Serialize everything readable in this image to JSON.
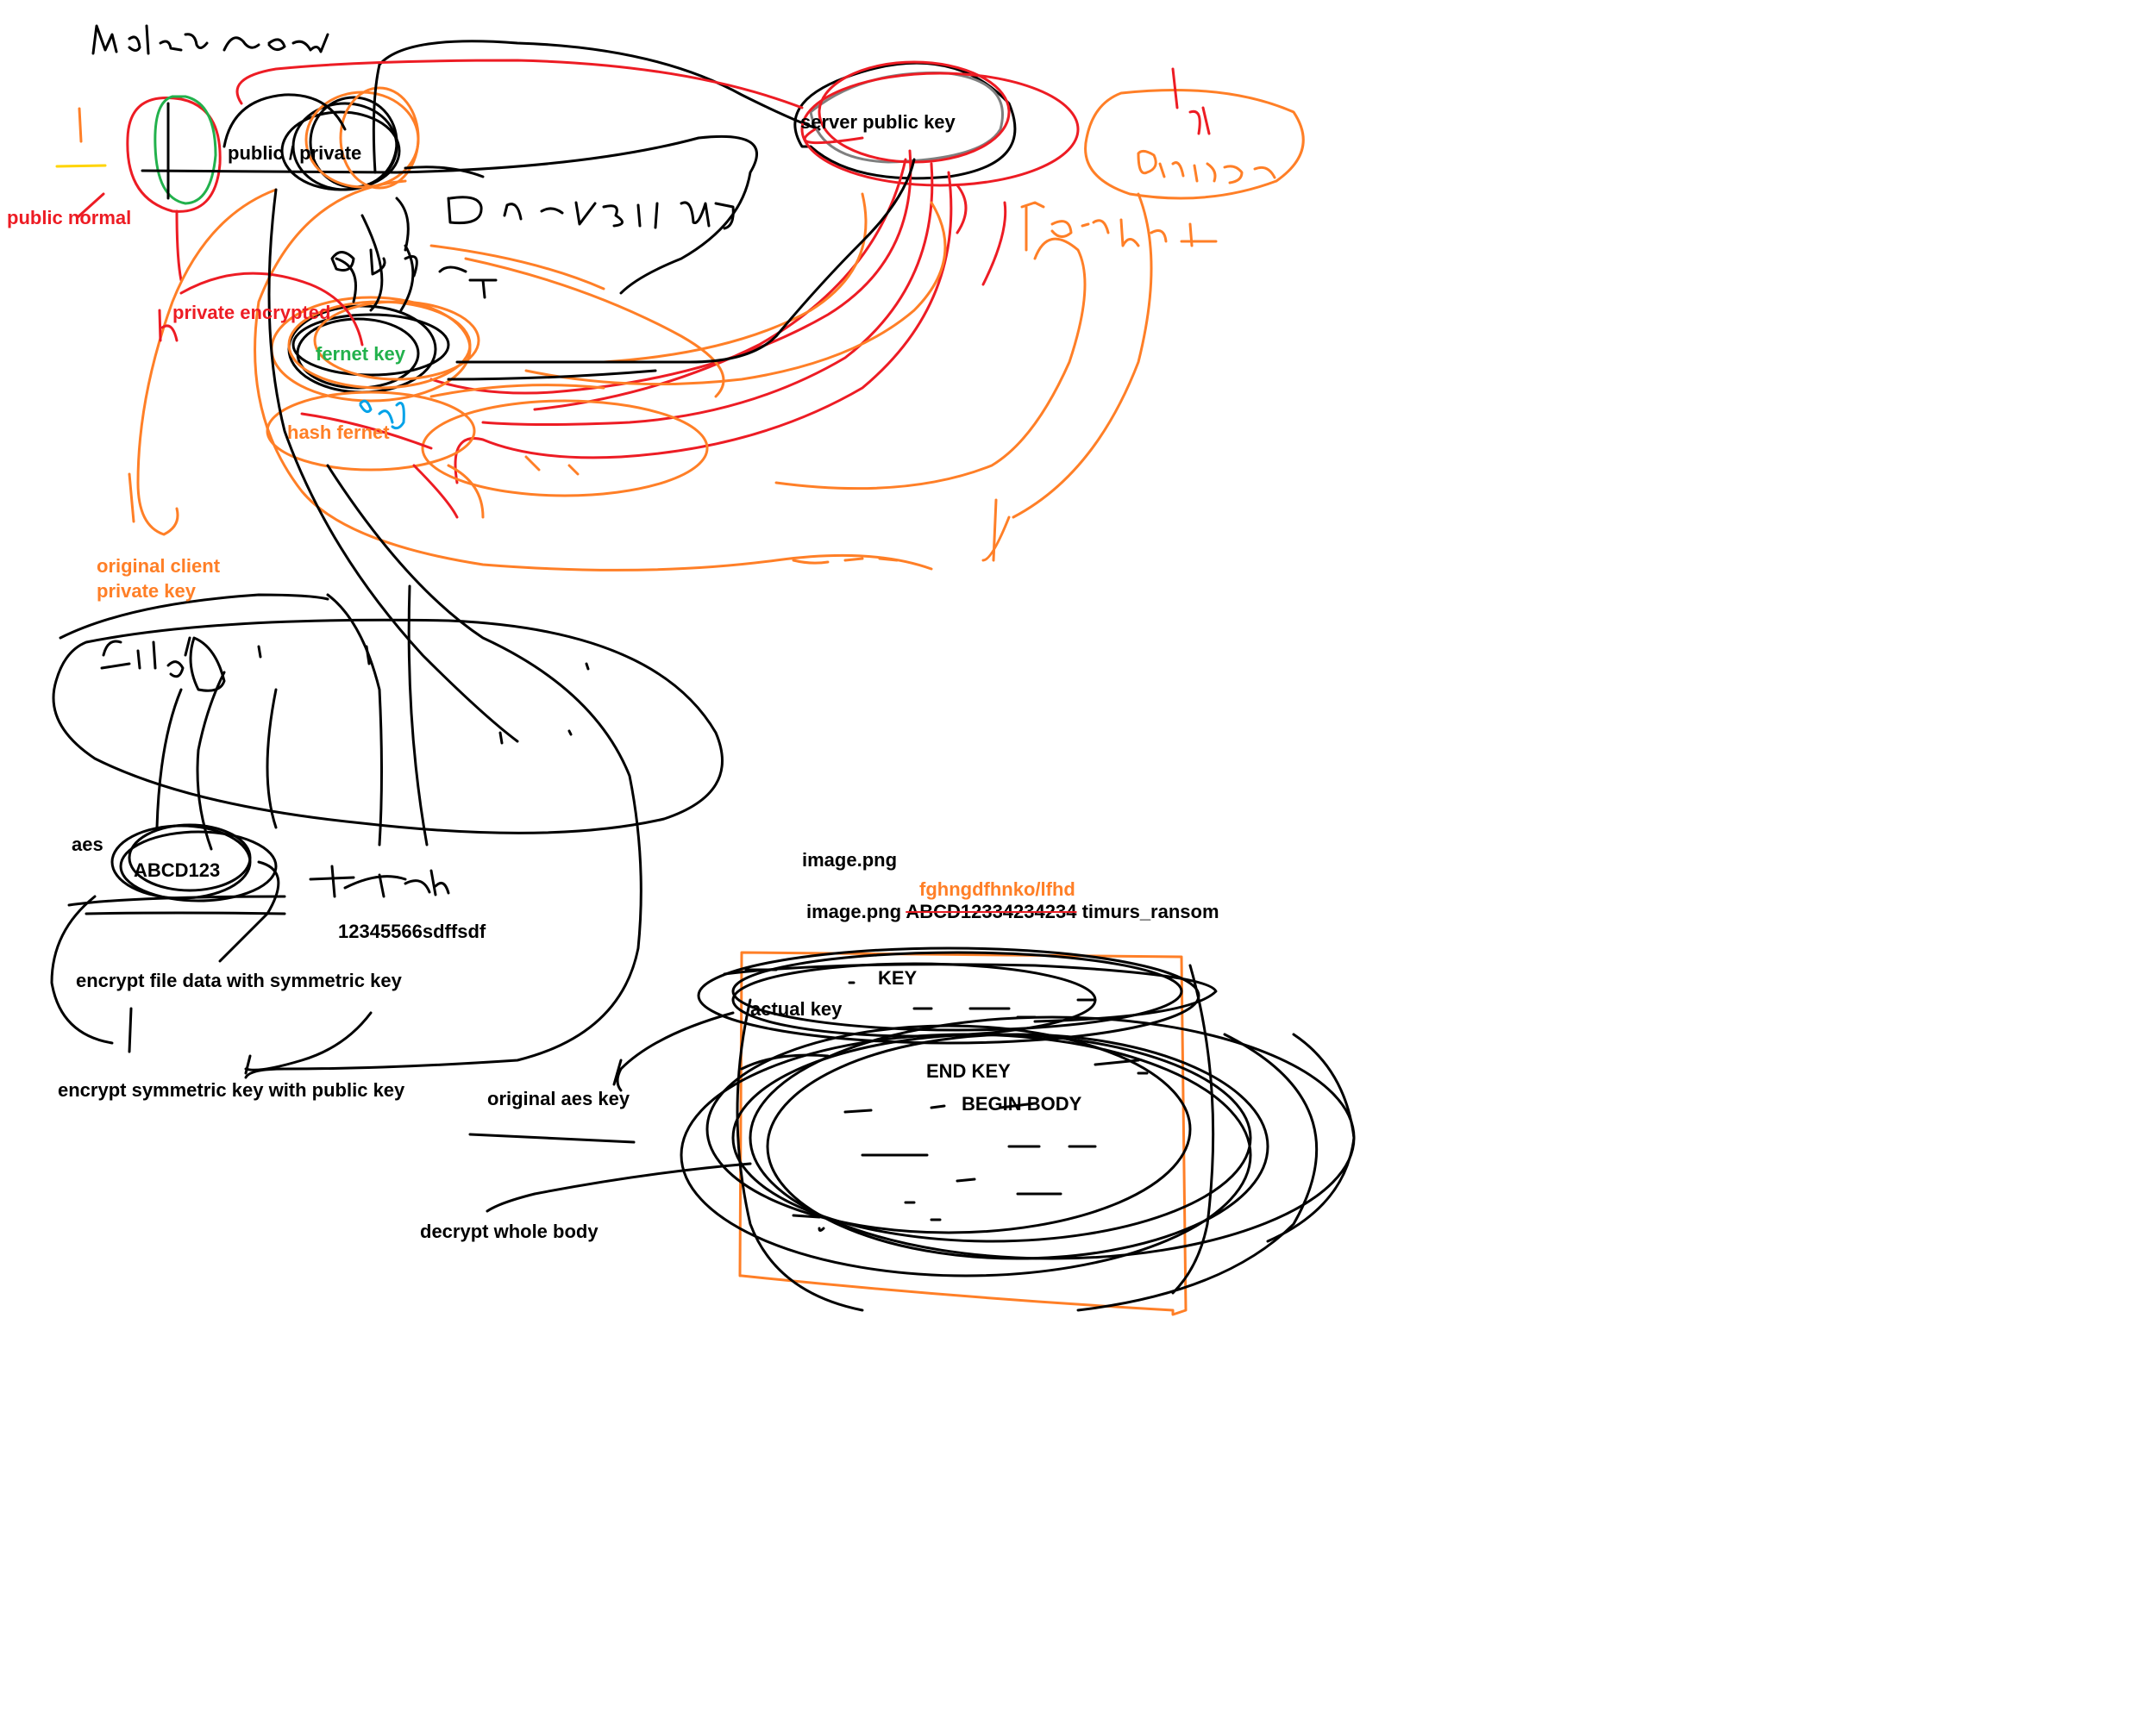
{
  "colors": {
    "black": "#000000",
    "red": "#ed1c24",
    "orange": "#ff7f27",
    "green": "#22b14c",
    "gray": "#7f7f7f",
    "blue": "#00a2e8",
    "yellow": "#ffd400"
  },
  "labels": {
    "public_private": "public / private",
    "server_public_key": "server public key",
    "public_normal": "public normal",
    "private_encrypted": "private encrypted",
    "fernet_key": "fernet key",
    "hash_fernet": "hash fernet",
    "original_client_private_key_line1": "original client",
    "original_client_private_key_line2": "private key",
    "aes": "aes",
    "abcd123": "ABCD123",
    "hash_value": "12345566sdffsdf",
    "encrypt_file_data": "encrypt file data with symmetric key",
    "encrypt_symmetric_key": "encrypt symmetric key with public key",
    "original_aes_key": "original aes key",
    "decrypt_whole_body": "decrypt whole body",
    "image_png": "image.png",
    "random_string": "fghngdfhnko/lfhd",
    "filename_prefix": "image.png",
    "filename_struck": "ABCD12334234234",
    "filename_suffix": "timurs_ransom",
    "key": "KEY",
    "actual_key": "actual key",
    "end_key": "END KEY",
    "begin_body": "BEGIN BODY"
  }
}
